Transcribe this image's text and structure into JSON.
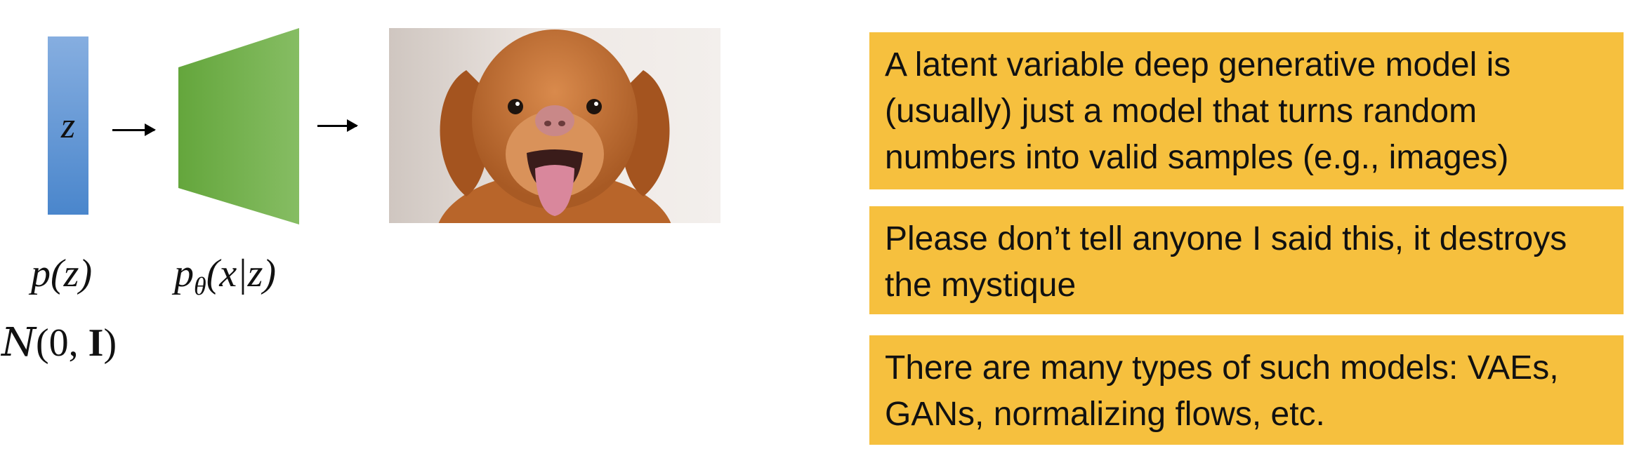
{
  "diagram": {
    "latent_symbol": "z",
    "prior_label": "p(z)",
    "decoder_label_main": "p",
    "decoder_label_sub": "θ",
    "decoder_label_rest": "(x|z)",
    "distribution_script": "N",
    "distribution_args_open": "(0, ",
    "distribution_args_bold": "I",
    "distribution_args_close": ")"
  },
  "callouts": [
    {
      "lines": [
        "A latent variable deep generative model is",
        "(usually) just a model that turns random",
        "numbers into valid samples (e.g., images)"
      ]
    },
    {
      "lines": [
        "Please don’t tell anyone I said this, it destroys",
        "the mystique"
      ]
    },
    {
      "lines": [
        "There are many types of such models: VAEs,",
        "GANs, normalizing flows, etc."
      ]
    }
  ],
  "colors": {
    "latent_bar": "#5b93d3",
    "decoder": "#6fae4a",
    "callout_bg": "#f6c03e"
  }
}
